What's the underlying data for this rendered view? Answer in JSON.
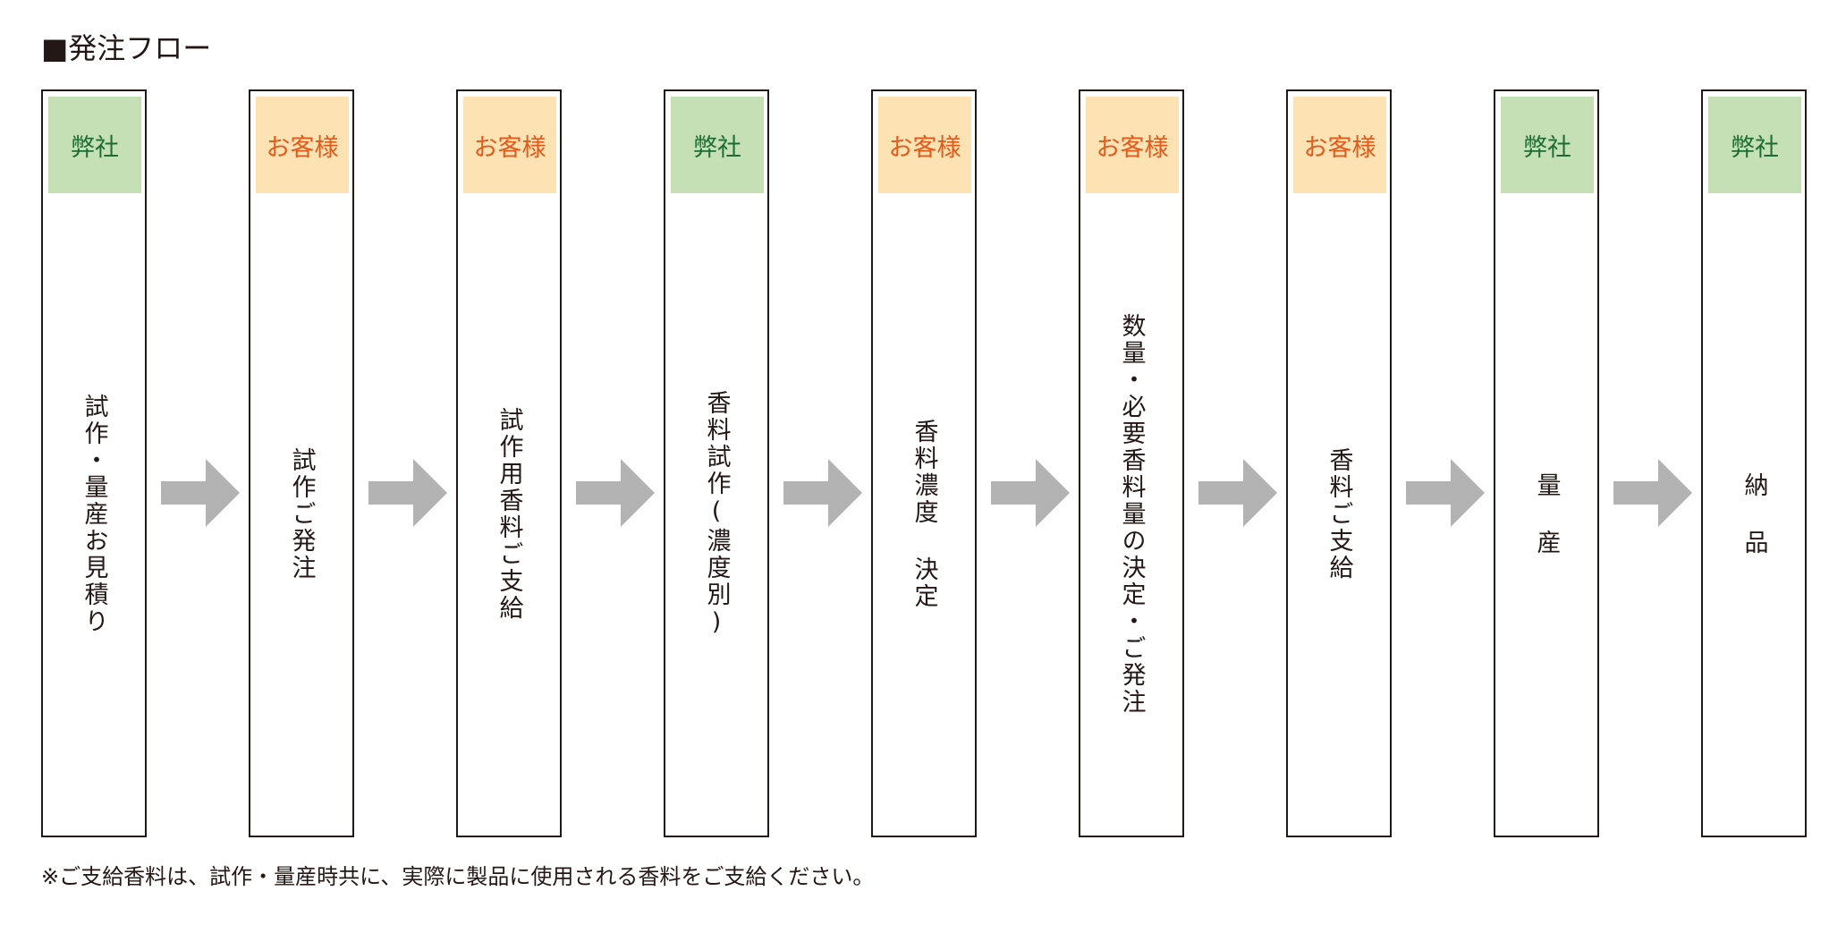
{
  "title": "■発注フロー",
  "colors": {
    "company_bg": "#c5e0b4",
    "company_text": "#1e6b34",
    "customer_bg": "#fde2b3",
    "customer_text": "#e05a1a",
    "arrow": "#b3b3b3",
    "border": "#231815"
  },
  "steps": [
    {
      "actor": "弊社",
      "actor_type": "company",
      "text": "試作・量産お見積り"
    },
    {
      "actor": "お客様",
      "actor_type": "customer",
      "text": "試作ご発注"
    },
    {
      "actor": "お客様",
      "actor_type": "customer",
      "text": "試作用香料ご支給"
    },
    {
      "actor": "弊社",
      "actor_type": "company",
      "text": "香料試作(濃度別)"
    },
    {
      "actor": "お客様",
      "actor_type": "customer",
      "text": "香料濃度 決定"
    },
    {
      "actor": "お客様",
      "actor_type": "customer",
      "text": "数量・必要香料量の決定・ご発注"
    },
    {
      "actor": "お客様",
      "actor_type": "customer",
      "text": "香料ご支給"
    },
    {
      "actor": "弊社",
      "actor_type": "company",
      "text": "量 産"
    },
    {
      "actor": "弊社",
      "actor_type": "company",
      "text": "納 品"
    }
  ],
  "note": "※ご支給香料は、試作・量産時共に、実際に製品に使用される香料をご支給ください。"
}
